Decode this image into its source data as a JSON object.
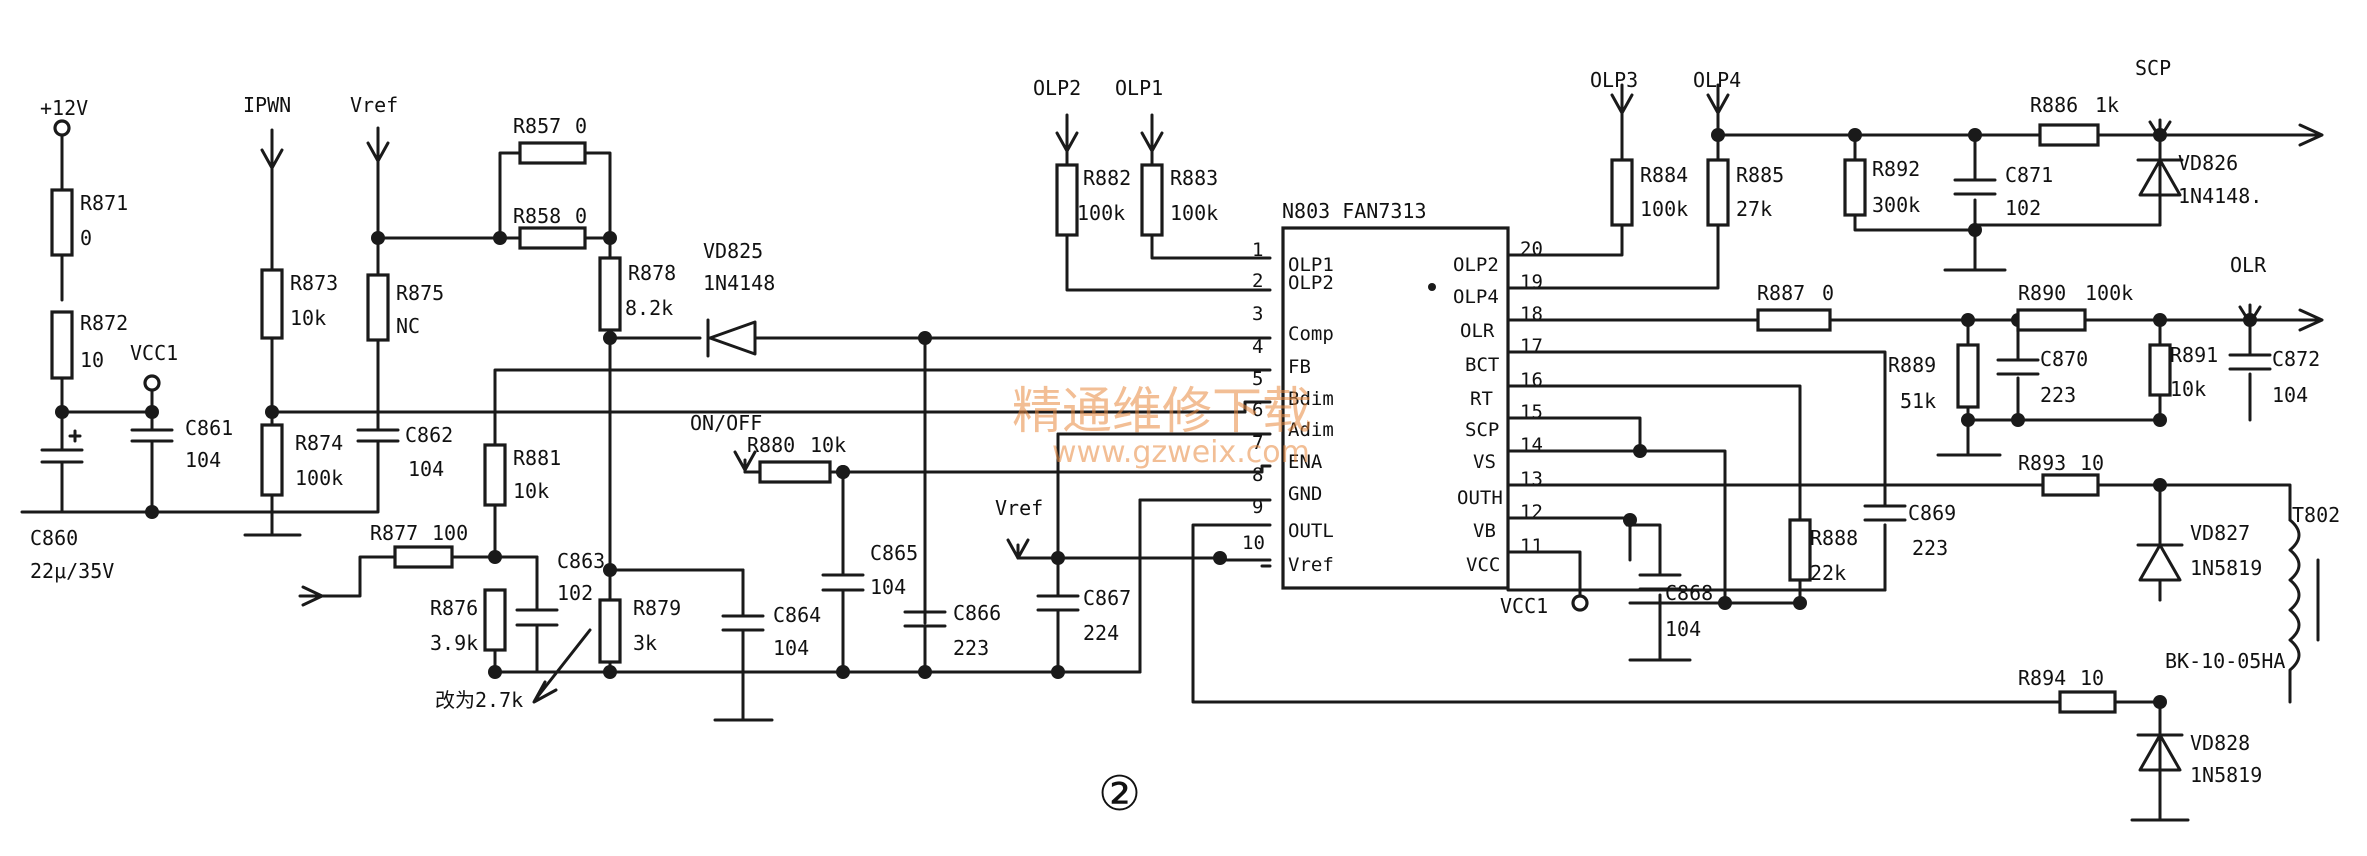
{
  "ic": {
    "designator": "N803 FAN7313",
    "left_pins": [
      {
        "num": "1",
        "name": "OLP1"
      },
      {
        "num": "2",
        "name": "OLP2"
      },
      {
        "num": "3",
        "name": "Comp"
      },
      {
        "num": "4",
        "name": "FB"
      },
      {
        "num": "5",
        "name": "Bdim"
      },
      {
        "num": "6",
        "name": "Adim"
      },
      {
        "num": "7",
        "name": "ENA"
      },
      {
        "num": "8",
        "name": "GND"
      },
      {
        "num": "9",
        "name": "OUTL"
      },
      {
        "num": "10",
        "name": "Vref"
      }
    ],
    "right_pins": [
      {
        "num": "20",
        "name": "OLP2"
      },
      {
        "num": "19",
        "name": "OLP4"
      },
      {
        "num": "18",
        "name": "OLR"
      },
      {
        "num": "17",
        "name": "BCT"
      },
      {
        "num": "16",
        "name": "RT"
      },
      {
        "num": "15",
        "name": "SCP"
      },
      {
        "num": "14",
        "name": "VS"
      },
      {
        "num": "13",
        "name": "OUTH"
      },
      {
        "num": "12",
        "name": "VB"
      },
      {
        "num": "11",
        "name": "VCC"
      }
    ]
  },
  "nets": {
    "p12v": "+12V",
    "vcc1_a": "VCC1",
    "vcc1_b": "VCC1",
    "ipwn": "IPWN",
    "vref_a": "Vref",
    "vref_b": "Vref",
    "olp1": "OLP1",
    "olp2": "OLP2",
    "olp3": "OLP3",
    "olp4": "OLP4",
    "scp": "SCP",
    "olr": "OLR",
    "onoff": "ON/OFF"
  },
  "components": {
    "r871": {
      "ref": "R871",
      "val": "0"
    },
    "r872": {
      "ref": "R872",
      "val": "10"
    },
    "c861": {
      "ref": "C861",
      "val": "104"
    },
    "c860": {
      "ref": "C860",
      "val": "22μ/35V"
    },
    "r873": {
      "ref": "R873",
      "val": "10k"
    },
    "r874": {
      "ref": "R874",
      "val": "100k"
    },
    "r875": {
      "ref": "R875",
      "val": "NC"
    },
    "c862": {
      "ref": "C862",
      "val": "104"
    },
    "r857": {
      "ref": "R857",
      "val": "0"
    },
    "r858": {
      "ref": "R858",
      "val": "0"
    },
    "r878": {
      "ref": "R878",
      "val": "8.2k"
    },
    "vd825": {
      "ref": "VD825",
      "val": "1N4148"
    },
    "r881": {
      "ref": "R881",
      "val": "10k"
    },
    "r877": {
      "ref": "R877",
      "val": "100"
    },
    "r876": {
      "ref": "R876",
      "val": "3.9k"
    },
    "c863": {
      "ref": "C863",
      "val": "102"
    },
    "r879": {
      "ref": "R879",
      "val": "3k"
    },
    "change_note": "改为2.7k",
    "c864": {
      "ref": "C864",
      "val": "104"
    },
    "r880": {
      "ref": "R880",
      "val": "10k"
    },
    "c865": {
      "ref": "C865",
      "val": "104"
    },
    "c866": {
      "ref": "C866",
      "val": "223"
    },
    "c867": {
      "ref": "C867",
      "val": "224"
    },
    "r882": {
      "ref": "R882",
      "val": "100k"
    },
    "r883": {
      "ref": "R883",
      "val": "100k"
    },
    "r884": {
      "ref": "R884",
      "val": "100k"
    },
    "r885": {
      "ref": "R885",
      "val": "27k"
    },
    "r892": {
      "ref": "R892",
      "val": "300k"
    },
    "c871": {
      "ref": "C871",
      "val": "102"
    },
    "r886": {
      "ref": "R886",
      "val": "1k"
    },
    "vd826": {
      "ref": "VD826",
      "val": "1N4148."
    },
    "r887": {
      "ref": "R887",
      "val": "0"
    },
    "r890": {
      "ref": "R890",
      "val": "100k"
    },
    "r889": {
      "ref": "R889",
      "val": "51k"
    },
    "c870": {
      "ref": "C870",
      "val": "223"
    },
    "r891": {
      "ref": "R891",
      "val": "10k"
    },
    "c872": {
      "ref": "C872",
      "val": "104"
    },
    "r888": {
      "ref": "R888",
      "val": "22k"
    },
    "c869": {
      "ref": "C869",
      "val": "223"
    },
    "c868": {
      "ref": "C868",
      "val": "104"
    },
    "r893": {
      "ref": "R893",
      "val": "10"
    },
    "r894": {
      "ref": "R894",
      "val": "10"
    },
    "vd827": {
      "ref": "VD827",
      "val": "1N5819"
    },
    "vd828": {
      "ref": "VD828",
      "val": "1N5819"
    },
    "t802": {
      "ref": "T802",
      "val": "BK-10-05HA"
    }
  },
  "figure_number": "②",
  "watermark": {
    "line1": "精通维修下载",
    "line2": "www.gzweix.com"
  },
  "colors": {
    "ink": "#1a1a1a",
    "watermark": "#e98a3f",
    "paper": "#ffffff"
  }
}
